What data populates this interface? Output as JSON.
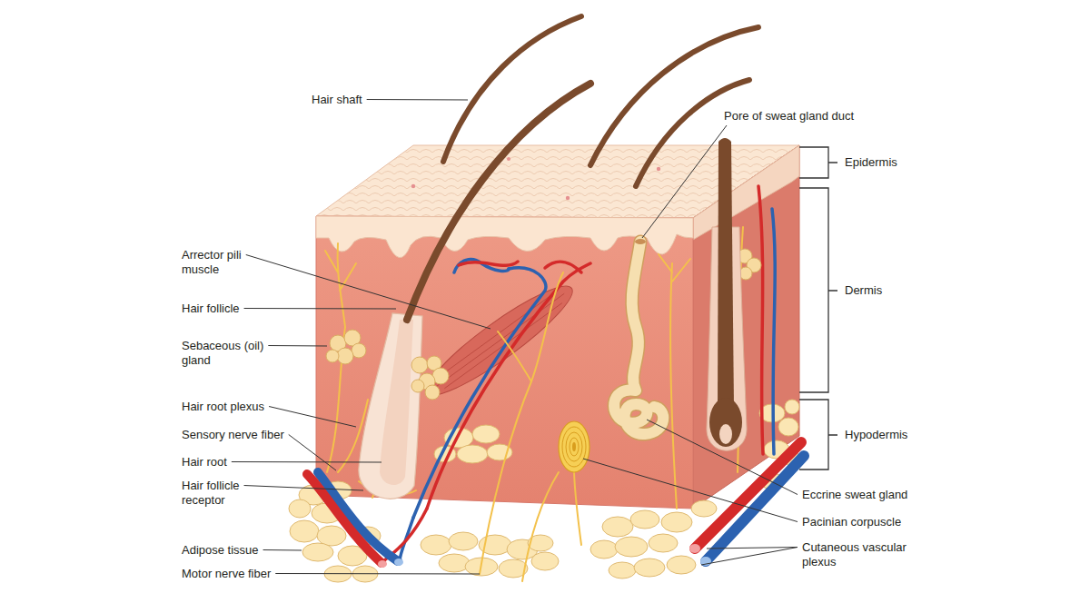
{
  "diagram": {
    "labels": [
      "Hair shaft",
      "Pore of sweat gland duct",
      "Epidermis",
      "Dermis",
      "Hypodermis",
      "Arrector pili muscle",
      "Hair follicle",
      "Sebaceous (oil) gland",
      "Hair root plexus",
      "Sensory nerve fiber",
      "Hair root",
      "Hair follicle receptor",
      "Adipose tissue",
      "Motor nerve fiber",
      "Eccrine sweat gland",
      "Pacinian corpuscle",
      "Cutaneous vascular plexus"
    ]
  }
}
